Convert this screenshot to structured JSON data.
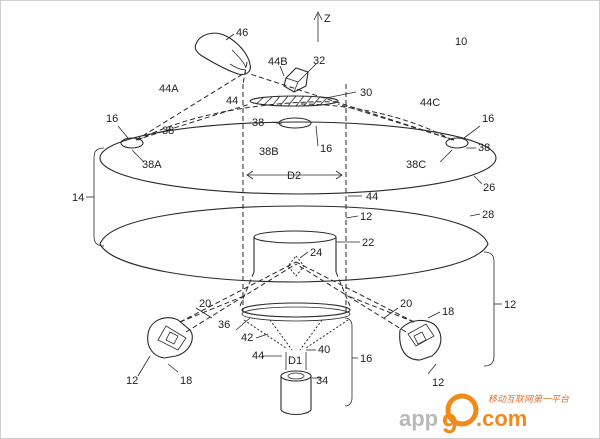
{
  "axis": {
    "z": "Z"
  },
  "labels": {
    "l10": "10",
    "l46": "46",
    "l44B": "44B",
    "l32": "32",
    "l44A": "44A",
    "l44": "44",
    "l30": "30",
    "l44C": "44C",
    "l16_left": "16",
    "l16_right": "16",
    "l38_left": "38",
    "l38_mid": "38",
    "l38_right": "38",
    "l38A": "38A",
    "l38B": "38B",
    "l16_center": "16",
    "l38C": "38C",
    "l26": "26",
    "l14": "14",
    "lD2": "D2",
    "l44_mid": "44",
    "l12_top": "12",
    "l28": "28",
    "l24": "24",
    "l22": "22",
    "l20_left": "20",
    "l20_right": "20",
    "l12_right": "12",
    "l18_right": "18",
    "l36": "36",
    "l42": "42",
    "l40": "40",
    "l44_low": "44",
    "lD1": "D1",
    "l16_low": "16",
    "l12_left": "12",
    "l18_left": "18",
    "l34": "34",
    "l12_bottom": "12"
  },
  "watermark": {
    "app": "app",
    "nine": "9",
    "com": ".com",
    "cn": "移动互联网第一平台"
  }
}
